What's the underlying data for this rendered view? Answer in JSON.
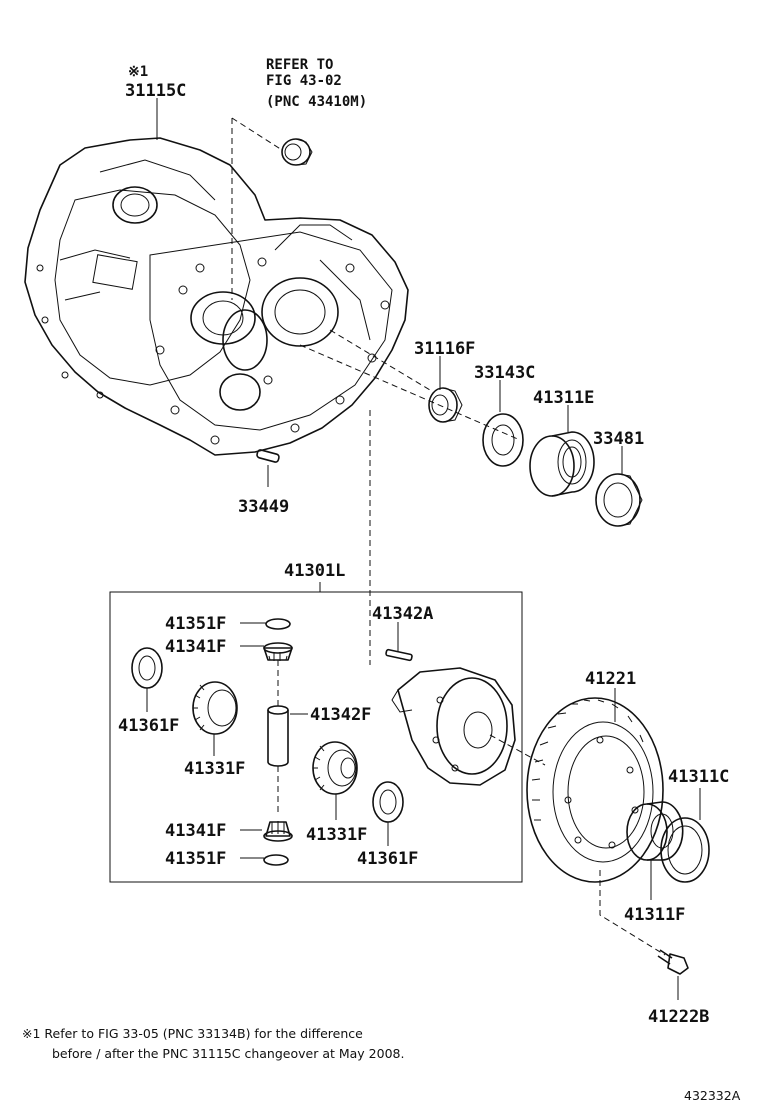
{
  "labels": {
    "ref_mark": "※1",
    "p31115c": "31115C",
    "refer1": "REFER TO",
    "refer2": "FIG 43-02",
    "refer3": "(PNC 43410M)",
    "p31116f": "31116F",
    "p33143c": "33143C",
    "p41311e": "41311E",
    "p33481": "33481",
    "p33449": "33449",
    "p41301l": "41301L",
    "p41351f_top": "41351F",
    "p41341f_top": "41341F",
    "p41361f_left": "41361F",
    "p41331f_left": "41331F",
    "p41342a": "41342A",
    "p41342f": "41342F",
    "p41341f_bot": "41341F",
    "p41351f_bot": "41351F",
    "p41331f_right": "41331F",
    "p41361f_right": "41361F",
    "p41221": "41221",
    "p41311c": "41311C",
    "p41311f": "41311F",
    "p41222b": "41222B"
  },
  "footnote": {
    "line1": "※1 Refer to FIG 33-05 (PNC 33134B) for the difference",
    "line2": "before / after the PNC 31115C changeover at May 2008."
  },
  "figure_id": "432332A"
}
